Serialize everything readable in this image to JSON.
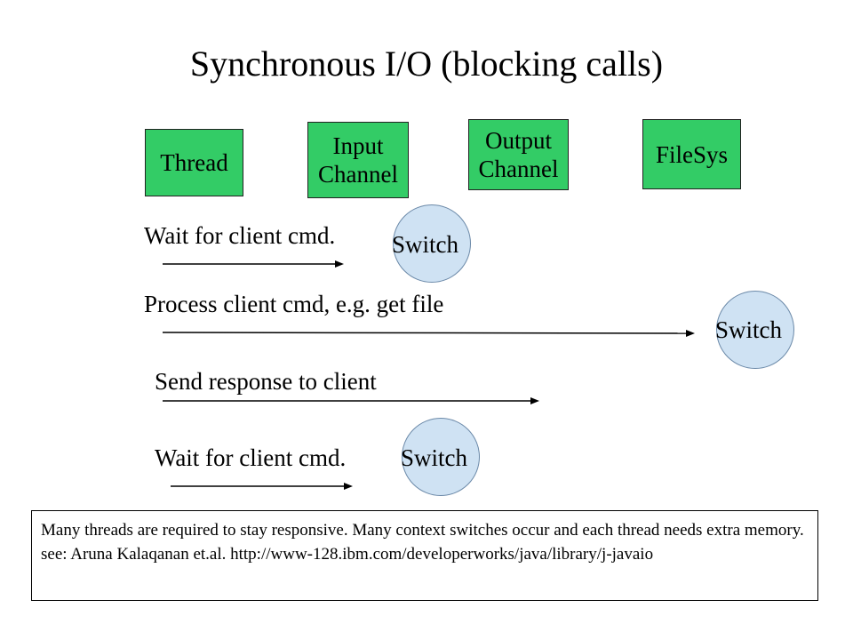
{
  "title": "Synchronous I/O (blocking calls)",
  "boxes": [
    {
      "label": "Thread"
    },
    {
      "label": "Input\nChannel"
    },
    {
      "label": "Output\nChannel"
    },
    {
      "label": "FileSys"
    }
  ],
  "steps": [
    {
      "label": "Wait for client cmd.",
      "switch": "Switch"
    },
    {
      "label": "Process client cmd, e.g. get file",
      "switch": "Switch"
    },
    {
      "label": "Send response to client"
    },
    {
      "label": "Wait for client cmd.",
      "switch": "Switch"
    }
  ],
  "note": "Many threads are required to stay responsive. Many context switches occur and each thread needs extra memory. see: Aruna Kalaqanan et.al. http://www-128.ibm.com/developerworks/java/library/j-javaio",
  "colors": {
    "box": "#33cc66",
    "circle": "#cfe2f3"
  }
}
